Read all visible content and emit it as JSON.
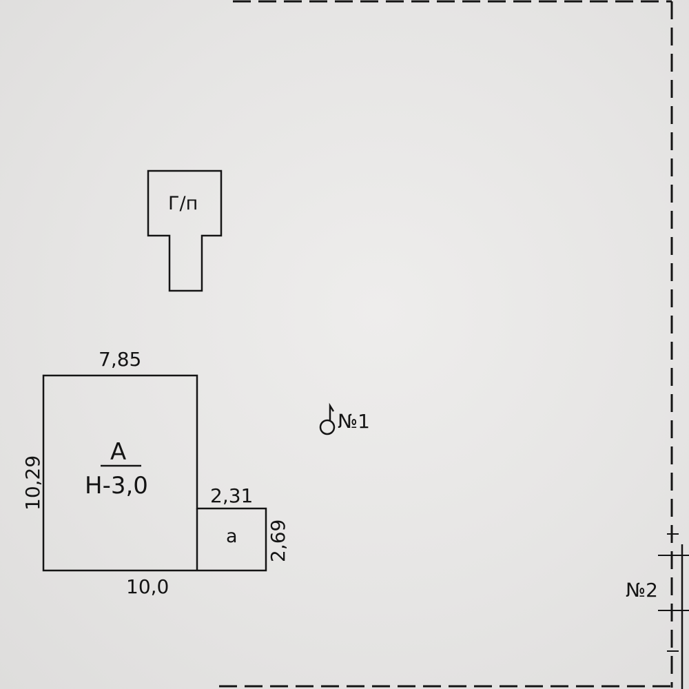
{
  "plan": {
    "outbuilding_label": "Г/п",
    "building_a": {
      "letter": "А",
      "height": "Н-3,0",
      "top_dim": "7,85",
      "left_dim": "10,29",
      "bottom_dim": "10,0"
    },
    "annex_a": {
      "letter": "а",
      "top_dim": "2,31",
      "right_dim": "2,69"
    },
    "point_1": "№1",
    "point_2": "№2",
    "icons": {
      "point_1_marker": "well-marker-icon"
    },
    "colors": {
      "ink": "#141414",
      "paper": "#e7e6e5"
    }
  }
}
